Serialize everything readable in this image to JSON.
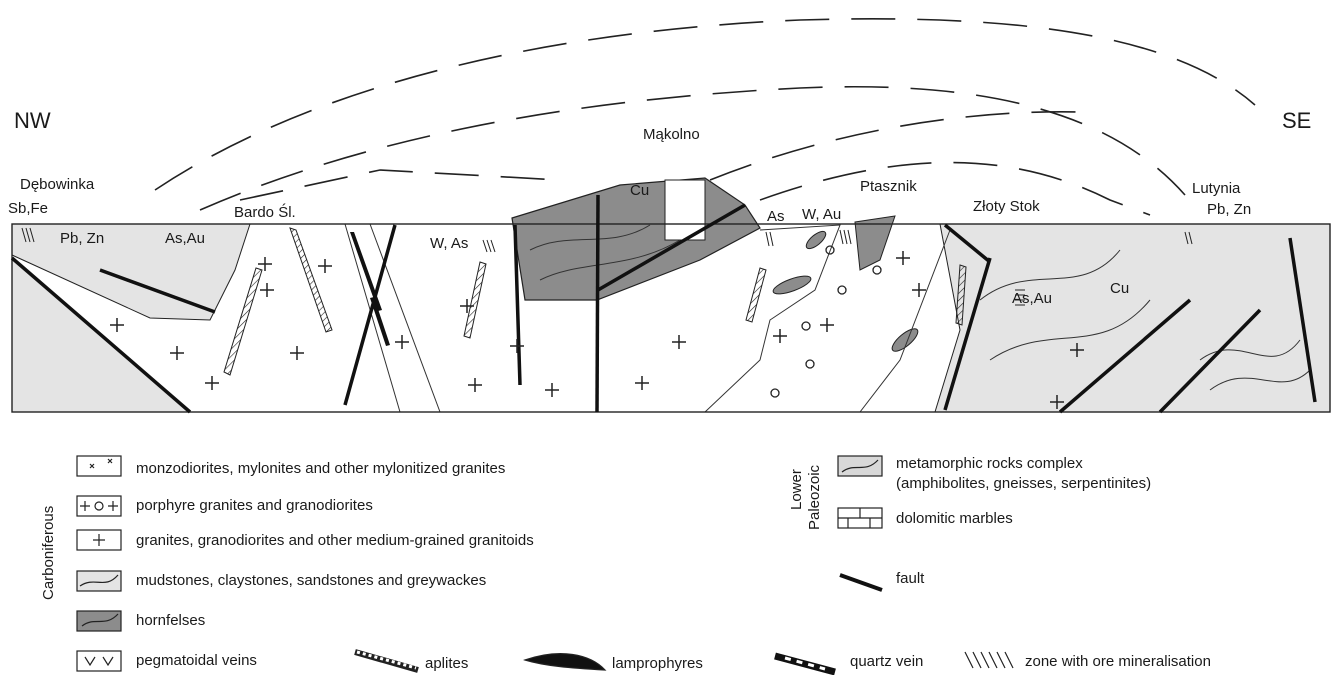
{
  "directions": {
    "left": "NW",
    "right": "SE"
  },
  "localities": {
    "debowinka": "Dębowinka",
    "bardo": "Bardo Śl.",
    "makolno": "Mąkolno",
    "ptasznik": "Ptasznik",
    "zloty_stok": "Złoty Stok",
    "lutynia": "Lutynia"
  },
  "ore_labels": {
    "sb_fe": "Sb,Fe",
    "pb_zn_left": "Pb, Zn",
    "as_au_left": "As,Au",
    "w_as": "W, As",
    "cu_makolno": "Cu",
    "as_mid": "As",
    "w_au": "W, Au",
    "as_au_right": "As,Au",
    "cu_right": "Cu",
    "pb_zn_right": "Pb, Zn"
  },
  "legend": {
    "carboniferous_label": "Carboniferous",
    "lower_paleozoic_label_1": "Lower",
    "lower_paleozoic_label_2": "Paleozoic",
    "monzodiorites": "monzodiorites, mylonites and other mylonitized granites",
    "porphyre": "porphyre granites and granodiorites",
    "granites": "granites, granodiorites and other medium-grained granitoids",
    "mudstones": "mudstones, claystones, sandstones and greywackes",
    "hornfelses": "hornfelses",
    "pegmatoidal": "pegmatoidal veins",
    "aplites": "aplites",
    "lamprophyres": "lamprophyres",
    "quartz_vein": "quartz vein",
    "ore_zone": "zone with ore mineralisation",
    "metamorphic_1": "metamorphic rocks complex",
    "metamorphic_2": "(amphibolites, gneisses, serpentinites)",
    "dolomitic": "dolomitic marbles",
    "fault": "fault"
  },
  "colors": {
    "hornfels": "#8c8c8c",
    "metamorphic": "#dcdcdc",
    "mudstone": "#e4e4e4",
    "line": "#1a1a1a"
  }
}
